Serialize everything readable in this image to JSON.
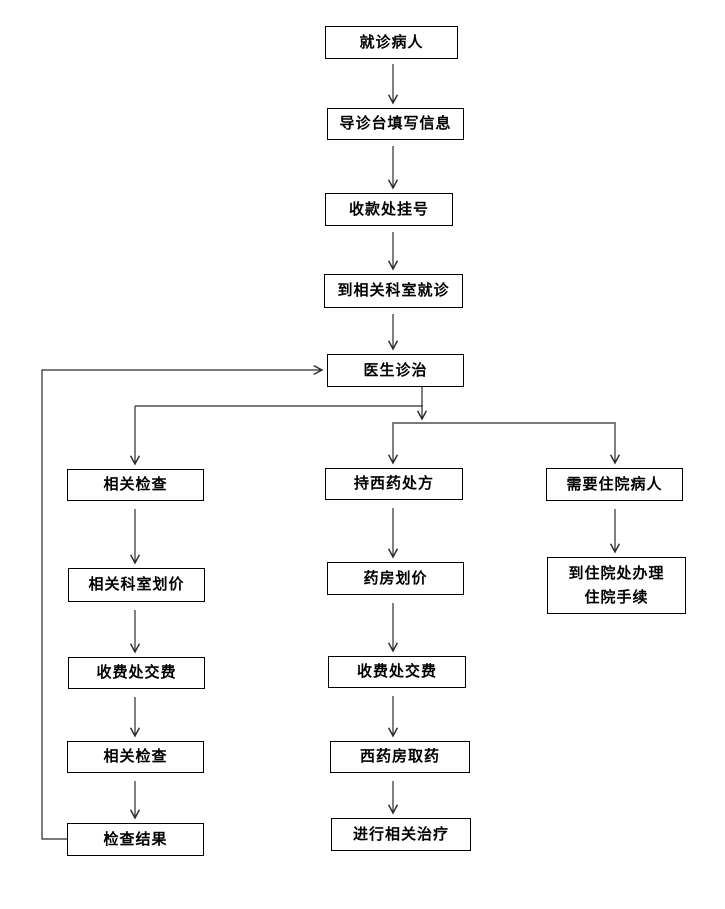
{
  "page": {
    "background_color": "#ffffff"
  },
  "diagram": {
    "type": "flowchart",
    "line_color": "#2b2b2b",
    "box_border_color": "#000000",
    "text_color": "#000000",
    "nodes": {
      "visit_patient": {
        "label": "就诊病人"
      },
      "guide_desk": {
        "label": "导诊台填写信息"
      },
      "register": {
        "label": "收款处挂号"
      },
      "go_department": {
        "label": "到相关科室就诊"
      },
      "doctor_treat": {
        "label": "医生诊治"
      },
      "exam_1": {
        "label": "相关检查"
      },
      "exam_pricing": {
        "label": "相关科室划价"
      },
      "pay_fee_left": {
        "label": "收费处交费"
      },
      "exam_2": {
        "label": "相关检查"
      },
      "exam_result": {
        "label": "检查结果"
      },
      "prescription": {
        "label": "持西药处方"
      },
      "pharmacy_pricing": {
        "label": "药房划价"
      },
      "pay_fee_mid": {
        "label": "收费处交费"
      },
      "get_medicine": {
        "label": "西药房取药"
      },
      "treatment": {
        "label": "进行相关治疗"
      },
      "inpatient": {
        "label": "需要住院病人"
      },
      "admission": {
        "label": "到住院处办理\n住院手续"
      }
    },
    "edges": [
      {
        "from": "visit_patient",
        "to": "guide_desk"
      },
      {
        "from": "guide_desk",
        "to": "register"
      },
      {
        "from": "register",
        "to": "go_department"
      },
      {
        "from": "go_department",
        "to": "doctor_treat"
      },
      {
        "from": "doctor_treat",
        "to": "exam_1"
      },
      {
        "from": "doctor_treat",
        "to": "prescription"
      },
      {
        "from": "doctor_treat",
        "to": "inpatient"
      },
      {
        "from": "exam_1",
        "to": "exam_pricing"
      },
      {
        "from": "exam_pricing",
        "to": "pay_fee_left"
      },
      {
        "from": "pay_fee_left",
        "to": "exam_2"
      },
      {
        "from": "exam_2",
        "to": "exam_result"
      },
      {
        "from": "exam_result",
        "to": "doctor_treat"
      },
      {
        "from": "prescription",
        "to": "pharmacy_pricing"
      },
      {
        "from": "pharmacy_pricing",
        "to": "pay_fee_mid"
      },
      {
        "from": "pay_fee_mid",
        "to": "get_medicine"
      },
      {
        "from": "get_medicine",
        "to": "treatment"
      },
      {
        "from": "inpatient",
        "to": "admission"
      }
    ]
  }
}
